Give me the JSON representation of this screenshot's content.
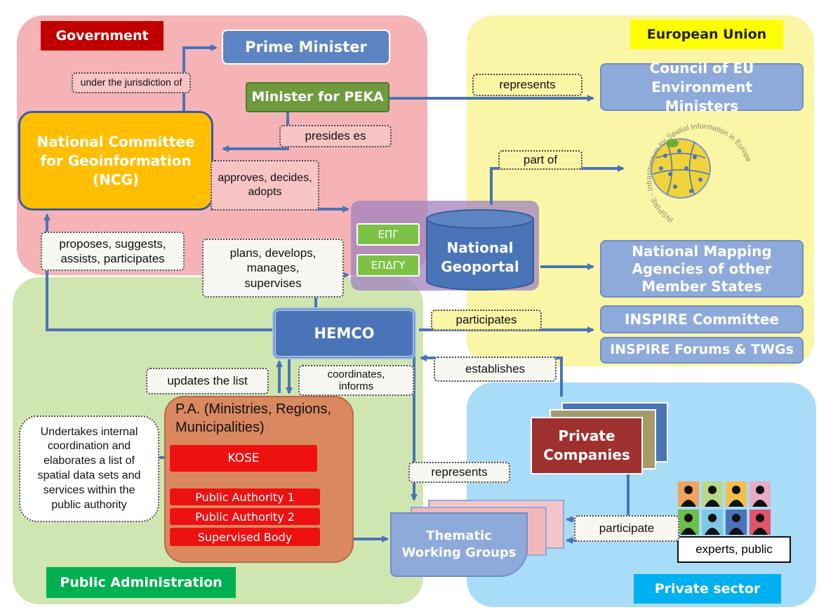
{
  "regions": {
    "government": "Government",
    "european_union": "European Union",
    "public_administration": "Public Administration",
    "private_sector": "Private sector"
  },
  "nodes": {
    "prime_minister": "Prime Minister",
    "minister_peka": "Minister for PEKA",
    "ncg": "National Committee for Geoinformation (NCG)",
    "council_eu": "Council of EU Environment Ministers",
    "inspire_logo_text": "INSPIRE - Infrastructure for Spatial Information in Europe",
    "epg": "ΕΠΓ",
    "epdgy": "ΕΠΔΓΥ",
    "national_geoportal": "National Geoportal",
    "nma_other": "National Mapping Agencies of other Member States",
    "inspire_committee": "INSPIRE Committee",
    "inspire_forums": "INSPIRE Forums & TWGs",
    "hemco": "HEMCO",
    "pa": "P.A. (Ministries, Regions, Municipalities)",
    "kose": "KOSE",
    "public_authority_1": "Public Authority 1",
    "public_authority_2": "Public Authority 2",
    "supervised_body": "Supervised Body",
    "private_companies": "Private Companies",
    "thematic_groups": "Thematic Working Groups",
    "experts_public": "experts, public"
  },
  "labels": {
    "under_jurisdiction": "under the jurisdiction of",
    "presides": "presides es",
    "approves": "approves, decides, adopts",
    "represents_eu": "represents",
    "part_of": "part of",
    "proposes": "proposes, suggests, assists, participates",
    "plans": "plans, develops, manages, supervises",
    "participates": "participates",
    "establishes": "establishes",
    "updates_list": "updates the list",
    "coordinates": "coordinates, informs",
    "undertakes": "Undertakes internal coordination and elaborates a list of spatial data sets and services within the public authority",
    "represents_twg": "represents",
    "participate": "participate"
  },
  "colors": {
    "government_bg": "#f5b3b6",
    "eu_bg": "#fbf5a6",
    "public_admin_bg": "#cfe6b0",
    "private_bg": "#a9dcf7",
    "node_blue": "#8eaadb",
    "hemco_blue": "#4a74b8",
    "ncg_orange": "#ffbf00",
    "minister_green": "#6f9a3e",
    "kose_red": "#ee1111",
    "private_companies_red": "#9e3030",
    "arrow_blue": "#4a74b8"
  }
}
